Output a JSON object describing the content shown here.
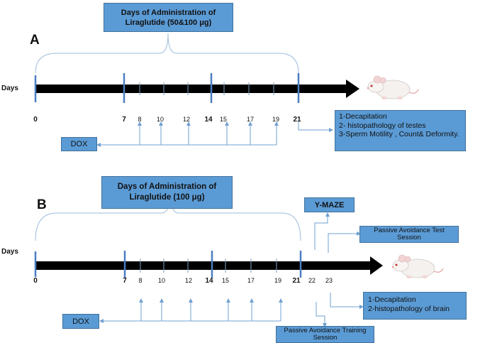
{
  "colors": {
    "box_fill": "#5b9bd5",
    "box_border": "#41719c",
    "axis": "#000000",
    "major_tick": "#4a7ec2",
    "minor_tick": "#7f9fbf",
    "connector": "#6fa0d0",
    "brace": "#9dbbdb"
  },
  "panel_a": {
    "letter": "A",
    "admin_box": "Days of Administration of Liraglutide (50&100 μg)",
    "axis_label": "Days",
    "ticks": [
      {
        "day": "0",
        "major": false
      },
      {
        "day": "7",
        "major": true
      },
      {
        "day": "8",
        "major": false
      },
      {
        "day": "10",
        "major": false
      },
      {
        "day": "12",
        "major": false
      },
      {
        "day": "14",
        "major": true
      },
      {
        "day": "15",
        "major": false
      },
      {
        "day": "17",
        "major": false
      },
      {
        "day": "19",
        "major": false
      },
      {
        "day": "21",
        "major": true
      }
    ],
    "dox_label": "DOX",
    "outcomes": [
      "1-Decapitation",
      "2- histopathology of testes",
      "3-Sperm Motility , Count& Deformity."
    ],
    "mouse_icon": "mouse-icon"
  },
  "panel_b": {
    "letter": "B",
    "admin_box": "Days of Administration of Liraglutide (100 μg)",
    "axis_label": "Days",
    "ticks": [
      {
        "day": "0",
        "major": false
      },
      {
        "day": "7",
        "major": true
      },
      {
        "day": "8",
        "major": false
      },
      {
        "day": "10",
        "major": false
      },
      {
        "day": "12",
        "major": false
      },
      {
        "day": "14",
        "major": true
      },
      {
        "day": "15",
        "major": false
      },
      {
        "day": "17",
        "major": false
      },
      {
        "day": "19",
        "major": false
      },
      {
        "day": "21",
        "major": true
      },
      {
        "day": "22",
        "major": false
      },
      {
        "day": "23",
        "major": false
      }
    ],
    "dox_label": "DOX",
    "ymaze_label": "Y-MAZE",
    "passive_test": "Passive Avoidance Test Session",
    "passive_training": "Passive Avoidance Training Session",
    "outcomes": [
      "1-Decapitation",
      "2-histopathology of brain"
    ],
    "mouse_icon": "mouse-icon"
  }
}
